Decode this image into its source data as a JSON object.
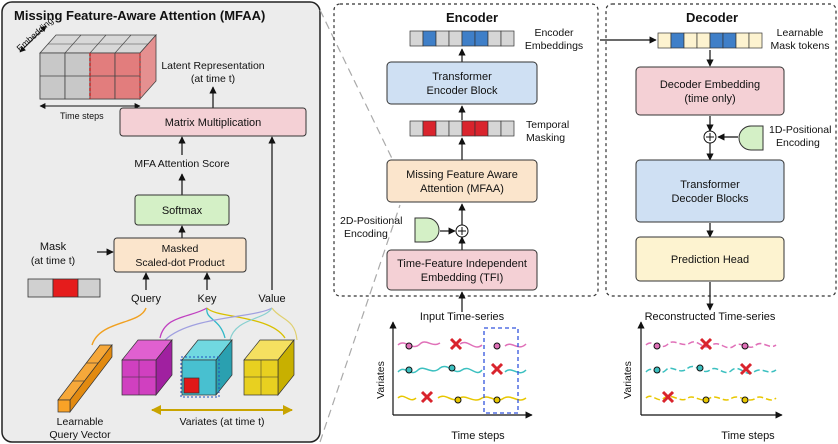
{
  "mfaa": {
    "title": "Missing Feature-Aware Attention (MFAA)",
    "embedding_label": "Embedding",
    "time_steps_label": "Time steps",
    "latent_line1": "Latent Representation",
    "latent_line2": "(at time t)",
    "matmul_label": "Matrix Multiplication",
    "score_label": "MFA Attention Score",
    "softmax_label": "Softmax",
    "mask_line1": "Mask",
    "mask_line2": "(at time t)",
    "masked_line1": "Masked",
    "masked_line2": "Scaled-dot Product",
    "query_label": "Query",
    "key_label": "Key",
    "value_label": "Value",
    "learnable_line1": "Learnable",
    "learnable_line2": "Query Vector",
    "variates_label": "Variates (at time t)"
  },
  "encoder": {
    "title": "Encoder",
    "embeddings_line1": "Encoder",
    "embeddings_line2": "Embeddings",
    "transformer_line1": "Transformer",
    "transformer_line2": "Encoder Block",
    "temporal_line1": "Temporal",
    "temporal_line2": "Masking",
    "mfaa_line1": "Missing Feature Aware",
    "mfaa_line2": "Attention (MFAA)",
    "pos2d_line1": "2D-Positional",
    "pos2d_line2": "Encoding",
    "tfi_line1": "Time-Feature Independent",
    "tfi_line2": "Embedding (TFI)",
    "input_ts": "Input Time-series",
    "variates": "Variates",
    "time_steps": "Time steps"
  },
  "decoder": {
    "title": "Decoder",
    "mask_tokens_line1": "Learnable",
    "mask_tokens_line2": "Mask tokens",
    "embedding_line1": "Decoder Embedding",
    "embedding_line2": "(time only)",
    "pos1d_line1": "1D-Positional",
    "pos1d_line2": "Encoding",
    "transformer_line1": "Transformer",
    "transformer_line2": "Decoder Blocks",
    "prediction_head": "Prediction Head",
    "reconstructed_ts": "Reconstructed Time-series",
    "variates": "Variates",
    "time_steps": "Time steps"
  },
  "colors": {
    "pink_box": "#f4d0d5",
    "blue_box": "#cfe0f3",
    "orange_box": "#fbe5cc",
    "green_box": "#d4f0c6",
    "yellow_box": "#fdf3d0",
    "token_blue": "#3f7fc8",
    "token_red": "#d9242d",
    "series_pink": "#e070b8",
    "series_teal": "#3cc0c0",
    "series_yellow": "#e8c700",
    "mask_cross": "#d9242d"
  }
}
